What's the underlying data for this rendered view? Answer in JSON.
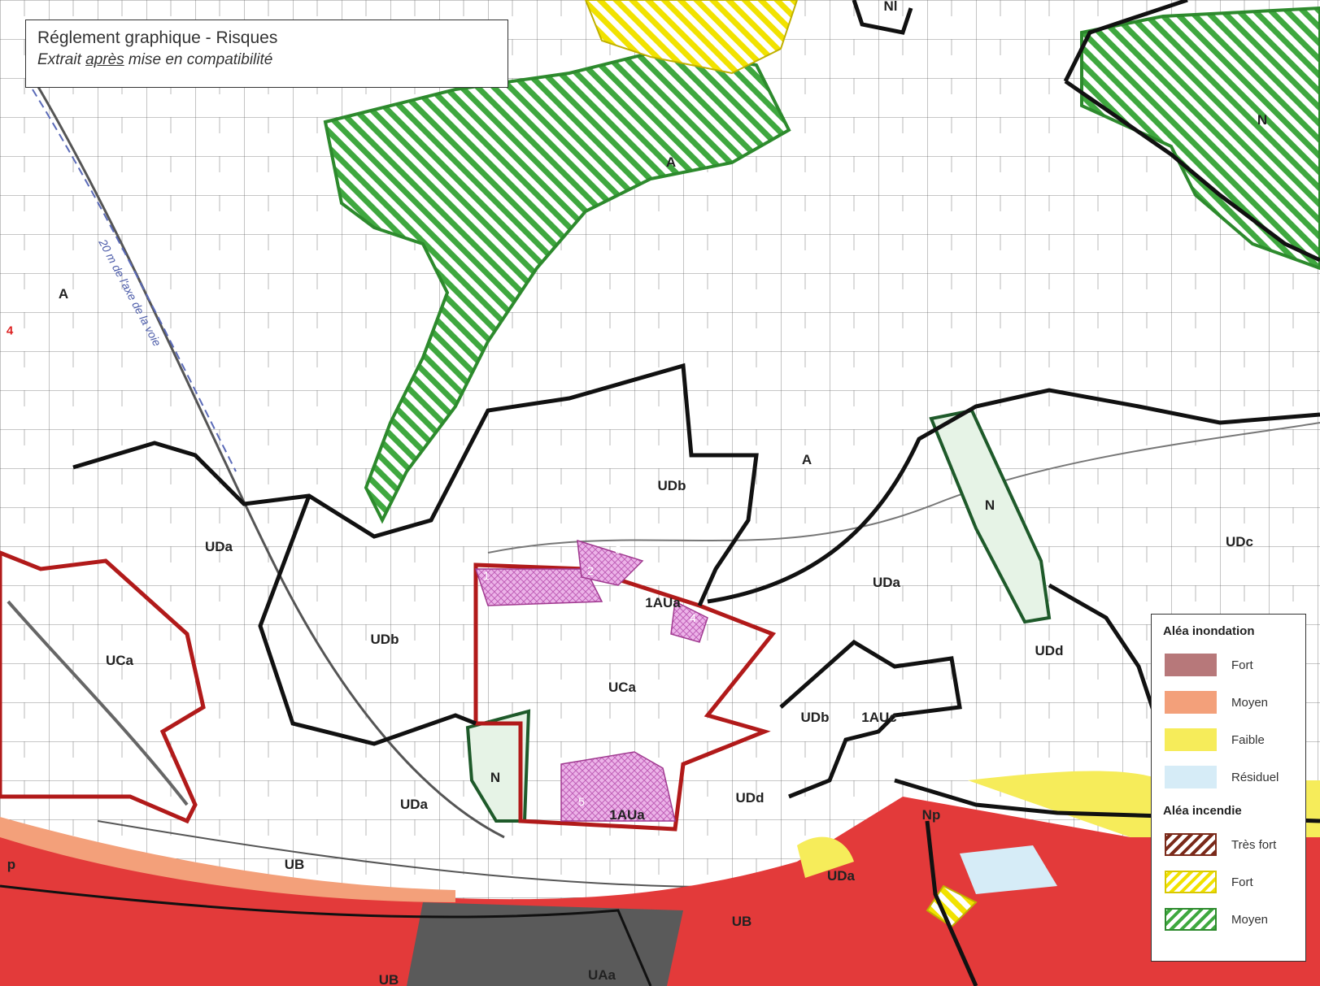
{
  "title_box": {
    "line1": "Réglement graphique - Risques",
    "line2_a": "Extrait ",
    "line2_u": "après",
    "line2_b": " mise en compatibilité"
  },
  "legend": {
    "flood_title": "Aléa inondation",
    "flood_items": [
      {
        "label": "Fort",
        "color": "#b7787a"
      },
      {
        "label": "Moyen",
        "color": "#f3a07a"
      },
      {
        "label": "Faible",
        "color": "#f6ec5a"
      },
      {
        "label": "Résiduel",
        "color": "#d6ecf7"
      }
    ],
    "fire_title": "Aléa incendie",
    "fire_items": [
      {
        "label": "Très fort",
        "style": "hatch-red"
      },
      {
        "label": "Fort",
        "style": "hatch-yellow"
      },
      {
        "label": "Moyen",
        "style": "hatch-green"
      }
    ]
  },
  "zones": {
    "a1": "A",
    "a2": "A",
    "a3": "A",
    "n1": "N",
    "n2": "N",
    "n3": "N",
    "nl": "Nl",
    "udb1": "UDb",
    "udb2": "UDb",
    "udb3": "UDb",
    "uda1": "UDa",
    "uda2": "UDa",
    "uda3": "UDa",
    "uda4": "UDa",
    "uca1": "UCa",
    "uca2": "UCa",
    "auа1": "1AUa",
    "aua2": "1AUa",
    "auc": "1AUc",
    "udc": "UDc",
    "udd1": "UDd",
    "udd2": "UDd",
    "ub1": "UB",
    "ub2": "UB",
    "ub3": "UB",
    "np": "Np",
    "uaa": "UAa",
    "p": "p",
    "num1": "1",
    "num2": "2",
    "num3": "3",
    "num4": "4",
    "num5": "5",
    "num4b": "4"
  },
  "road_label": "20 m de l'axe de la voie",
  "colors": {
    "fire_moyen": "#3fa83f",
    "fire_fort": "#f1e200",
    "flood_strong": "#e33a3a",
    "zone_border": "#111111",
    "oap": "#d27fcf"
  }
}
